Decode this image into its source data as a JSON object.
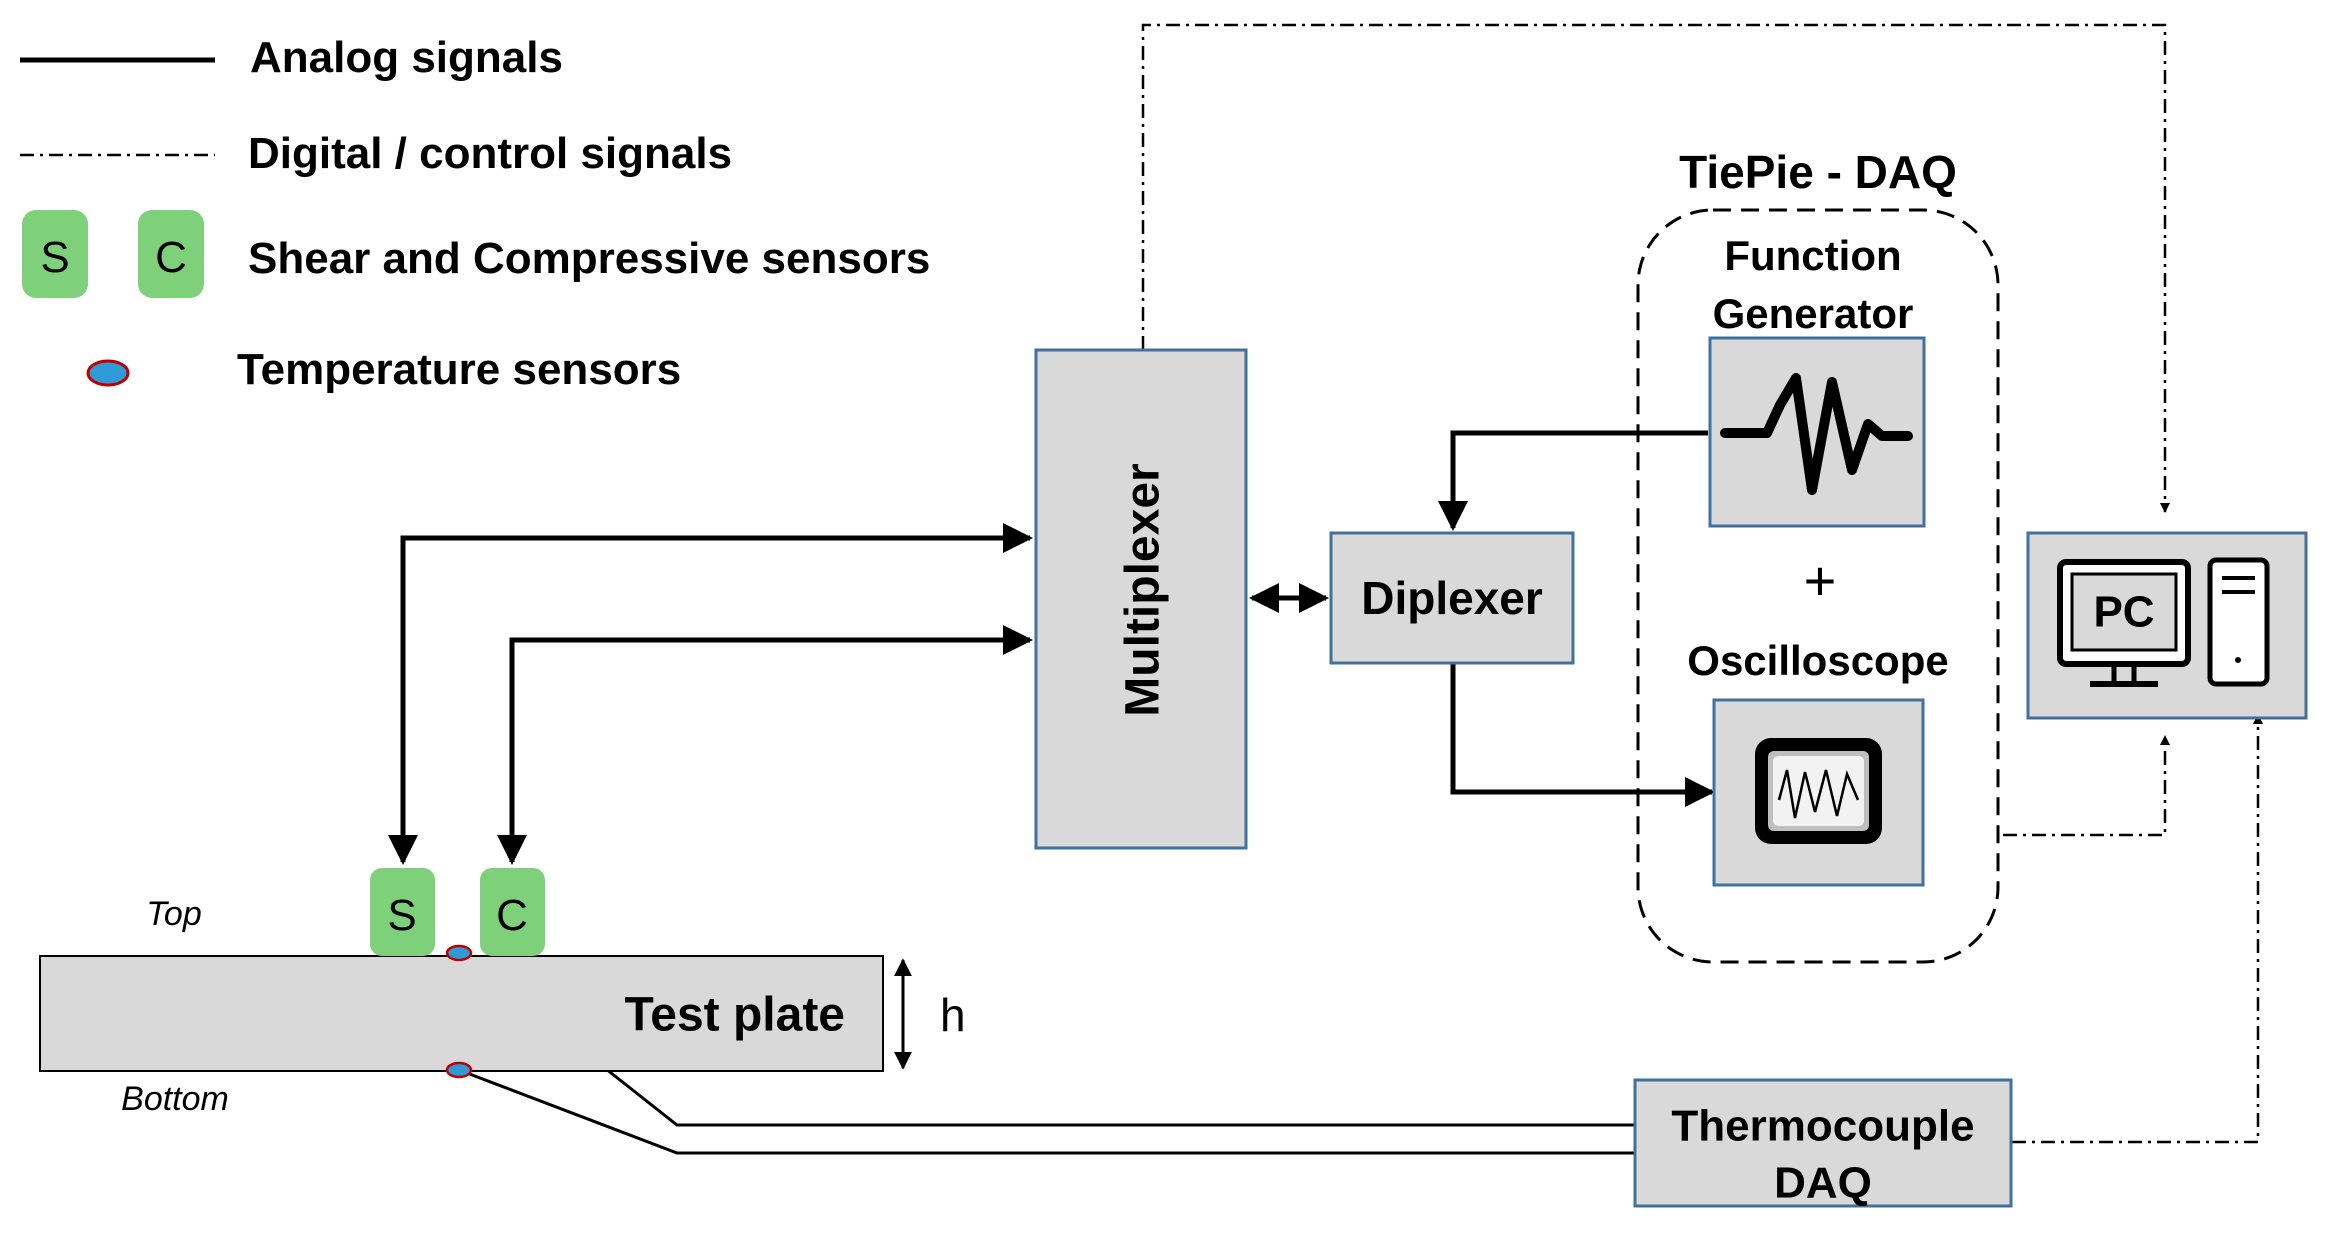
{
  "legend": {
    "analog": "Analog signals",
    "digital": "Digital / control signals",
    "sensors": "Shear and Compressive sensors",
    "temperature": "Temperature sensors",
    "s_letter": "S",
    "c_letter": "C"
  },
  "blocks": {
    "multiplexer": "Multiplexer",
    "diplexer": "Diplexer",
    "daq_title": "TiePie - DAQ",
    "function_generator_line1": "Function",
    "function_generator_line2": "Generator",
    "plus": "+",
    "oscilloscope": "Oscilloscope",
    "pc": "PC",
    "thermocouple_line1": "Thermocouple",
    "thermocouple_line2": "DAQ"
  },
  "plate": {
    "label": "Test plate",
    "top": "Top",
    "bottom": "Bottom",
    "thickness": "h",
    "sensor_s": "S",
    "sensor_c": "C"
  },
  "colors": {
    "block_fill": "#d9d9d9",
    "block_stroke": "#41719c",
    "sensor_green": "#7ed07a",
    "temp_sensor_fill": "#2e9bd6",
    "temp_sensor_stroke": "#c00000"
  }
}
